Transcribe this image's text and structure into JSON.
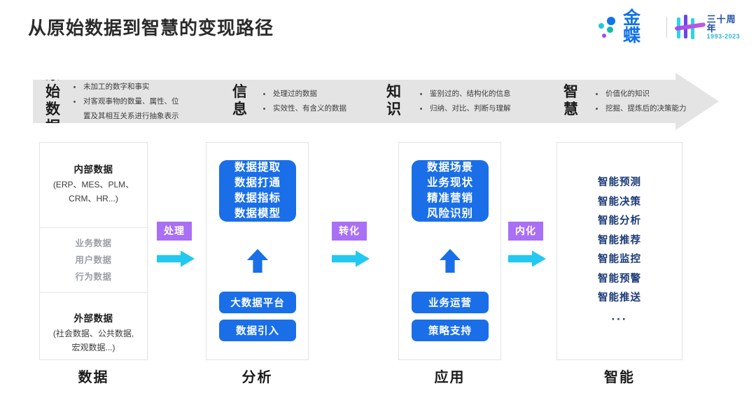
{
  "page": {
    "title": "从原始数据到智慧的变现路径"
  },
  "brand": {
    "name": "金蝶",
    "anniversary_cn": "三十周年",
    "anniversary_years": "1993-2023",
    "colors": {
      "primary_blue": "#1273eb",
      "accent_cyan": "#2bd2ef",
      "accent_purple": "#6a46e8",
      "accent_teal": "#16b8a8"
    }
  },
  "banner": {
    "background": "#e4e4e4",
    "groups": [
      {
        "heading_line1": "原始",
        "heading_line2": "数据",
        "bullets": [
          "未加工的数字和事实",
          "对客观事物的数量、属性、位",
          "置及其相互关系进行抽象表示"
        ]
      },
      {
        "heading_line1": "信",
        "heading_line2": "息",
        "bullets": [
          "处理过的数据",
          "实效性、有含义的数据"
        ]
      },
      {
        "heading_line1": "知",
        "heading_line2": "识",
        "bullets": [
          "鉴别过的、结构化的信息",
          "归纳、对比、判断与理解"
        ]
      },
      {
        "heading_line1": "智",
        "heading_line2": "慧",
        "bullets": [
          "价值化的知识",
          "挖掘、提炼后的决策能力"
        ]
      }
    ]
  },
  "columns": {
    "data": {
      "bottom_label": "数据",
      "internal_title": "内部数据",
      "internal_sub_line1": "(ERP、MES、PLM、",
      "internal_sub_line2": "CRM、HR...)",
      "middle_items": [
        "业务数据",
        "用户数据",
        "行为数据"
      ],
      "external_title": "外部数据",
      "external_sub_line1": "(社会数据、公共数据,",
      "external_sub_line2": "宏观数据...)"
    },
    "analysis": {
      "bottom_label": "分析",
      "main_box_lines": [
        "数据提取",
        "数据打通",
        "数据指标",
        "数据模型"
      ],
      "pills": [
        "大数据平台",
        "数据引入"
      ]
    },
    "application": {
      "bottom_label": "应用",
      "main_box_lines": [
        "数据场景",
        "业务现状",
        "精准营销",
        "风险识别"
      ],
      "pills": [
        "业务运营",
        "策略支持"
      ]
    },
    "intelligence": {
      "bottom_label": "智能",
      "items": [
        "智能预测",
        "智能决策",
        "智能分析",
        "智能推荐",
        "智能监控",
        "智能预警",
        "智能推送"
      ],
      "ellipsis": "···"
    }
  },
  "connectors": [
    {
      "label": "处理"
    },
    {
      "label": "转化"
    },
    {
      "label": "内化"
    }
  ],
  "theme": {
    "blue": "#1a6fe8",
    "cyan_arrow": "#22c8f0",
    "purple_badge": "#a96ff5",
    "navy_text": "#1b3a77",
    "gray_text": "#9aa0a6"
  }
}
